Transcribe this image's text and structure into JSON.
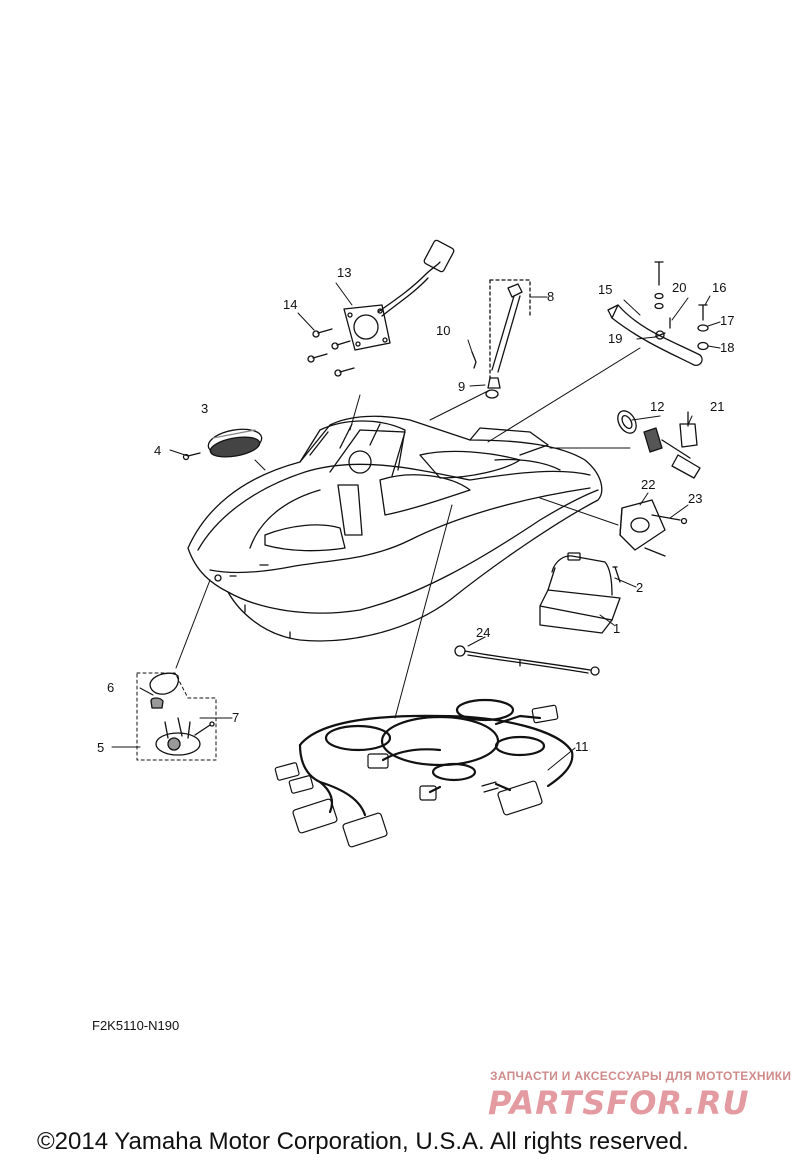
{
  "callouts": [
    "1",
    "2",
    "3",
    "4",
    "5",
    "6",
    "7",
    "8",
    "9",
    "10",
    "11",
    "12",
    "13",
    "14",
    "15",
    "16",
    "17",
    "18",
    "19",
    "20",
    "21",
    "22",
    "23",
    "24"
  ],
  "diagram_code": "F2K5110-N190",
  "watermark": {
    "tagline": "ЗАПЧАСТИ И АКСЕССУАРЫ ДЛЯ МОТОТЕХНИКИ",
    "logo": "PARTSFOR.RU"
  },
  "copyright": "©2014 Yamaha Motor Corporation, U.S.A. All rights reserved."
}
